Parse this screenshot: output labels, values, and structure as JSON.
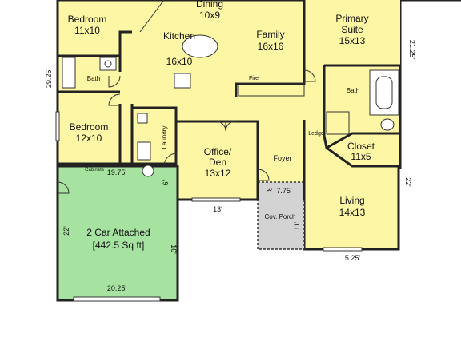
{
  "colors": {
    "floor": "#fdf6a4",
    "garage": "#a6e3a1",
    "porch": "#d3d3d3",
    "wall": "#222222"
  },
  "rooms": {
    "dining": {
      "name": "Dining",
      "size": "10x9"
    },
    "bedroom1": {
      "name": "Bedroom",
      "size": "11x10"
    },
    "kitchen": {
      "name": "Kitchen",
      "size": "16x10"
    },
    "family": {
      "name": "Family",
      "size": "16x16"
    },
    "primary": {
      "name": "Primary",
      "name2": "Suite",
      "size": "15x13"
    },
    "bath1": {
      "name": "Bath"
    },
    "bath2": {
      "name": "Bath"
    },
    "bedroom2": {
      "name": "Bedroom",
      "size": "12x10"
    },
    "laundry": {
      "name": "Laundry"
    },
    "office": {
      "name": "Office/",
      "name2": "Den",
      "size": "13x12"
    },
    "foyer": {
      "name": "Foyer"
    },
    "closet": {
      "name": "Closet",
      "size": "11x5"
    },
    "ledge": {
      "name": "Ledge"
    },
    "fire": {
      "name": "Fire"
    },
    "living": {
      "name": "Living",
      "size": "14x13"
    },
    "porch": {
      "name": "Cov. Porch"
    },
    "garage": {
      "name": "2 Car Attached",
      "area": "[442.5 Sq ft]"
    },
    "cabinets": {
      "name": "Cabinets"
    }
  },
  "dimensions": {
    "left_29": "29.25'",
    "right_21": "21.25'",
    "garage_top": "19.75'",
    "garage_6": "6'",
    "office_13": "13'",
    "porch_775": "7.75'",
    "porch_3": "3'",
    "porch_11": "11'",
    "living_22": "22'",
    "living_1525": "15.25'",
    "garage_22": "22'",
    "garage_16": "16'",
    "garage_2025": "20.25'"
  }
}
